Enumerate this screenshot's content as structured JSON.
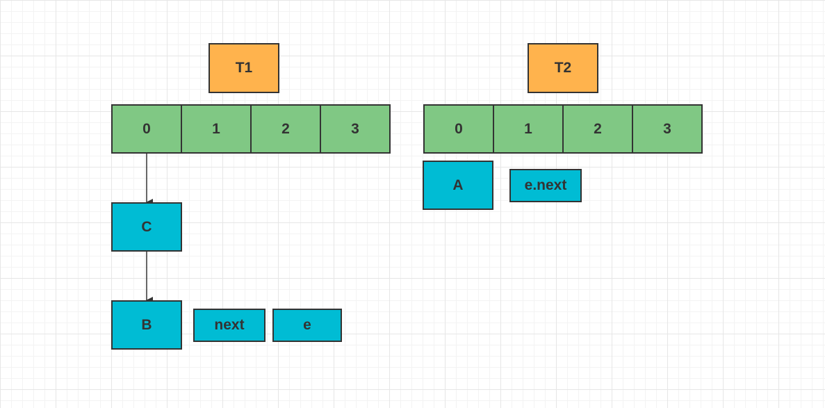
{
  "tables": [
    {
      "label": "T1",
      "slots": [
        "0",
        "1",
        "2",
        "3"
      ]
    },
    {
      "label": "T2",
      "slots": [
        "0",
        "1",
        "2",
        "3"
      ]
    }
  ],
  "t1_nodes": {
    "c": "C",
    "b": "B",
    "next": "next",
    "e": "e"
  },
  "t2_nodes": {
    "a": "A",
    "enext": "e.next"
  },
  "colors": {
    "table_label": "#ffb34d",
    "array_cell": "#80c884",
    "node": "#00bcd4",
    "border": "#333333"
  }
}
